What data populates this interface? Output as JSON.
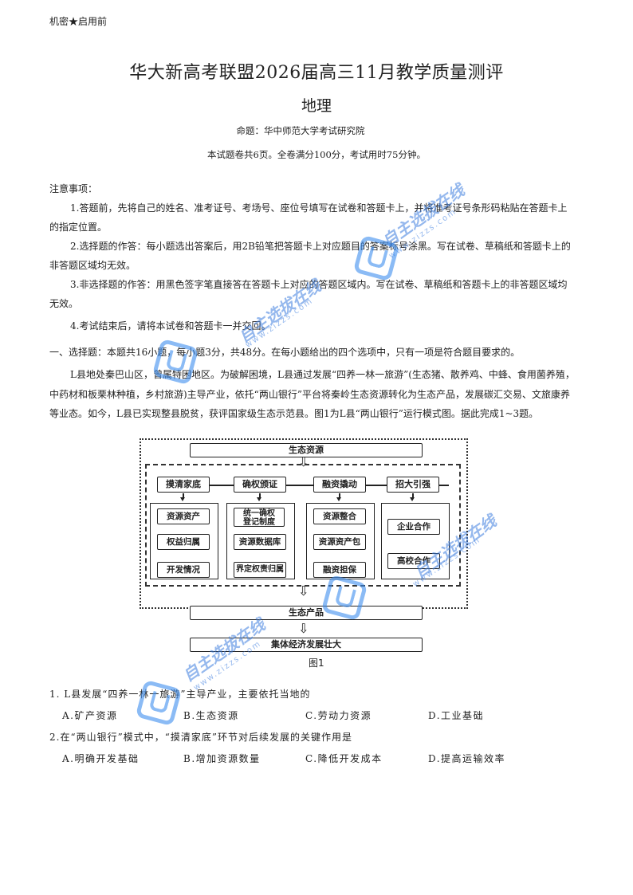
{
  "header": {
    "confidential": "机密★启用前",
    "title": "华大新高考联盟2026届高三11月教学质量测评",
    "subject": "地理",
    "author": "命题：华中师范大学考试研究院",
    "info": "本试题卷共6页。全卷满分100分，考试用时75分钟。"
  },
  "notes": {
    "heading": "注意事项：",
    "items": [
      "1.答题前，先将自己的姓名、准考证号、考场号、座位号填写在试卷和答题卡上，并将准考证号条形码粘贴在答题卡上的指定位置。",
      "2.选择题的作答：每小题选出答案后，用2B铅笔把答题卡上对应题目的答案标号涂黑。写在试卷、草稿纸和答题卡上的非答题区域均无效。",
      "3.非选择题的作答：用黑色签字笔直接答在答题卡上对应的答题区域内。写在试卷、草稿纸和答题卡上的非答题区域均无效。",
      "4.考试结束后，请将本试卷和答题卡一并交回。"
    ]
  },
  "section": {
    "heading": "一、选择题：本题共16小题，每小题3分，共48分。在每小题给出的四个选项中，只有一项是符合题目要求的。",
    "passage": "L县地处秦巴山区，曾属特困地区。为破解困境，L县通过发展“四养一林一旅游”(生态猪、散养鸡、中蜂、食用菌养殖，中药材和板栗林种植，乡村旅游)主导产业，依托“两山银行”平台将秦岭生态资源转化为生态产品，发展碳汇交易、文旅康养等业态。如今，L县已实现整县脱贫，获评国家级生态示范县。图1为L县“两山银行”运行模式图。据此完成1~3题。"
  },
  "diagram": {
    "top": "生态资源",
    "columns": [
      {
        "header": "摸清家底",
        "items": [
          "资源资产",
          "权益归属",
          "开发情况"
        ]
      },
      {
        "header": "确权颁证",
        "items": [
          "统一确权登记制度",
          "资源数据库",
          "界定权责归属"
        ]
      },
      {
        "header": "融资撬动",
        "items": [
          "资源整合",
          "资源资产包",
          "融资担保"
        ]
      },
      {
        "header": "招大引强",
        "items": [
          "企业合作",
          "高校合作"
        ]
      }
    ],
    "item_12_line1": "统一确权",
    "item_12_line2": "登记制度",
    "product": "生态产品",
    "result": "集体经济发展壮大",
    "caption": "图1"
  },
  "questions": [
    {
      "stem": "1. L县发展“四养一林一旅游”主导产业，主要依托当地的",
      "options": [
        "A.矿产资源",
        "B.生态资源",
        "C.劳动力资源",
        "D.工业基础"
      ]
    },
    {
      "stem": "2.在“两山银行”模式中，“摸清家底”环节对后续发展的关键作用是",
      "options": [
        "A.明确开发基础",
        "B.增加资源数量",
        "C.降低开发成本",
        "D.提高运输效率"
      ]
    }
  ],
  "watermark": {
    "text": "自主选拔在线",
    "url": "www.zizzs.com",
    "color": "#3f7fe0"
  }
}
